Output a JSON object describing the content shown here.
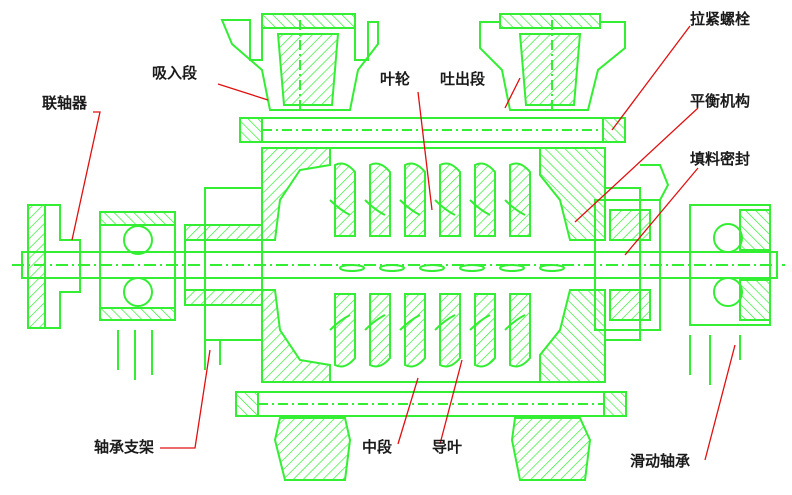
{
  "diagram": {
    "line_color": "#33ee33",
    "leader_color": "#e01010",
    "text_color": "#1a1a1a",
    "labels": {
      "suction": "吸入段",
      "impeller": "叶轮",
      "discharge": "吐出段",
      "tie_bolt": "拉紧螺栓",
      "coupling": "联轴器",
      "balance": "平衡机构",
      "packing": "填料密封",
      "bracket": "轴承支架",
      "middle": "中段",
      "guide_vane": "导叶",
      "sliding_bearing": "滑动轴承"
    }
  }
}
